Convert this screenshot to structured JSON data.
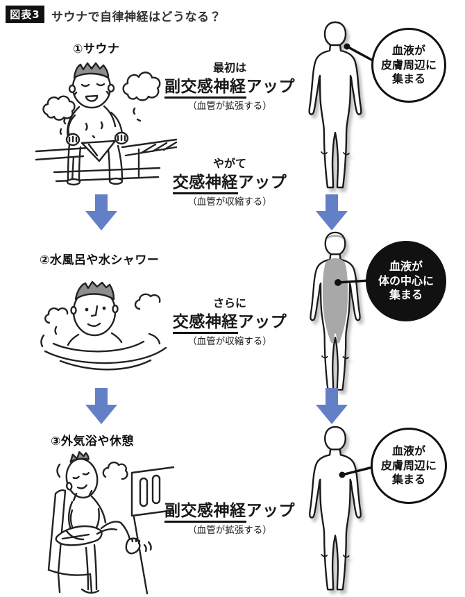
{
  "header": {
    "badge": "図表3",
    "title": "サウナで自律神経はどうなる？"
  },
  "steps": [
    {
      "label": "①サウナ",
      "illustration": "sauna-person-sweating"
    },
    {
      "label": "②水風呂や水シャワー",
      "illustration": "person-in-cold-water"
    },
    {
      "label": "③外気浴や休憩",
      "illustration": "person-resting-on-chair"
    }
  ],
  "text_blocks": [
    {
      "lead": "最初は",
      "main_underline": "副交感神経",
      "main_suffix": "アップ",
      "note": "（血管が拡張する）"
    },
    {
      "lead": "やがて",
      "main_underline": "交感神経",
      "main_suffix": "アップ",
      "note": "（血管が収縮する）"
    },
    {
      "lead": "さらに",
      "main_underline": "交感神経",
      "main_suffix": "アップ",
      "note": "（血管が収縮する）"
    },
    {
      "main_underline": "副交感神経",
      "main_suffix": "アップ",
      "note": "（血管が拡張する）"
    }
  ],
  "body_callouts": [
    {
      "variant": "white",
      "lines": [
        "血液が",
        "皮膚周辺に",
        "集まる"
      ]
    },
    {
      "variant": "black",
      "lines": [
        "血液が",
        "体の中心に",
        "集まる"
      ]
    },
    {
      "variant": "white",
      "lines": [
        "血液が",
        "皮膚周辺に",
        "集まる"
      ]
    }
  ],
  "colors": {
    "arrow_blue": "#6380c7",
    "badge_bg": "#111111",
    "callout_black": "#111111",
    "torso_gray": "#a8a8a8",
    "hair_gray": "#8e8e8e"
  }
}
